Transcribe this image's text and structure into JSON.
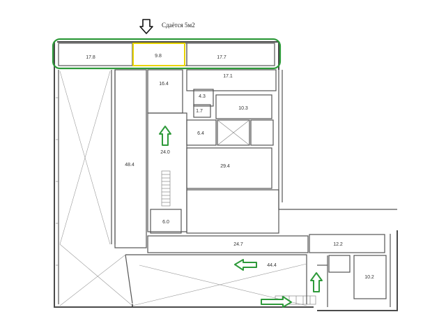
{
  "caption": "Сдаётся 5м2",
  "rooms": {
    "r17_8": "17.8",
    "r9_8": "9.8",
    "r17_7": "17.7",
    "r17_1": "17.1",
    "r16_4": "16.4",
    "r4_3": "4.3",
    "r1_7": "1.7",
    "r10_3": "10.3",
    "r6_4": "6.4",
    "r24_0": "24.0",
    "r48_4": "48.4",
    "r29_4": "29.4",
    "r6_0": "6.0",
    "r24_7": "24.7",
    "r12_2": "12.2",
    "r44_4": "44.4",
    "r10_2": "10.2"
  },
  "colors": {
    "highlight_outline": "#2e9a3a",
    "rented_unit": "#e8d400",
    "arrow": "#2e9a3a",
    "pointer_arrow": "#111111"
  },
  "icons": {
    "pointer": "down-arrow-icon",
    "direction": "green-arrow-icon"
  }
}
